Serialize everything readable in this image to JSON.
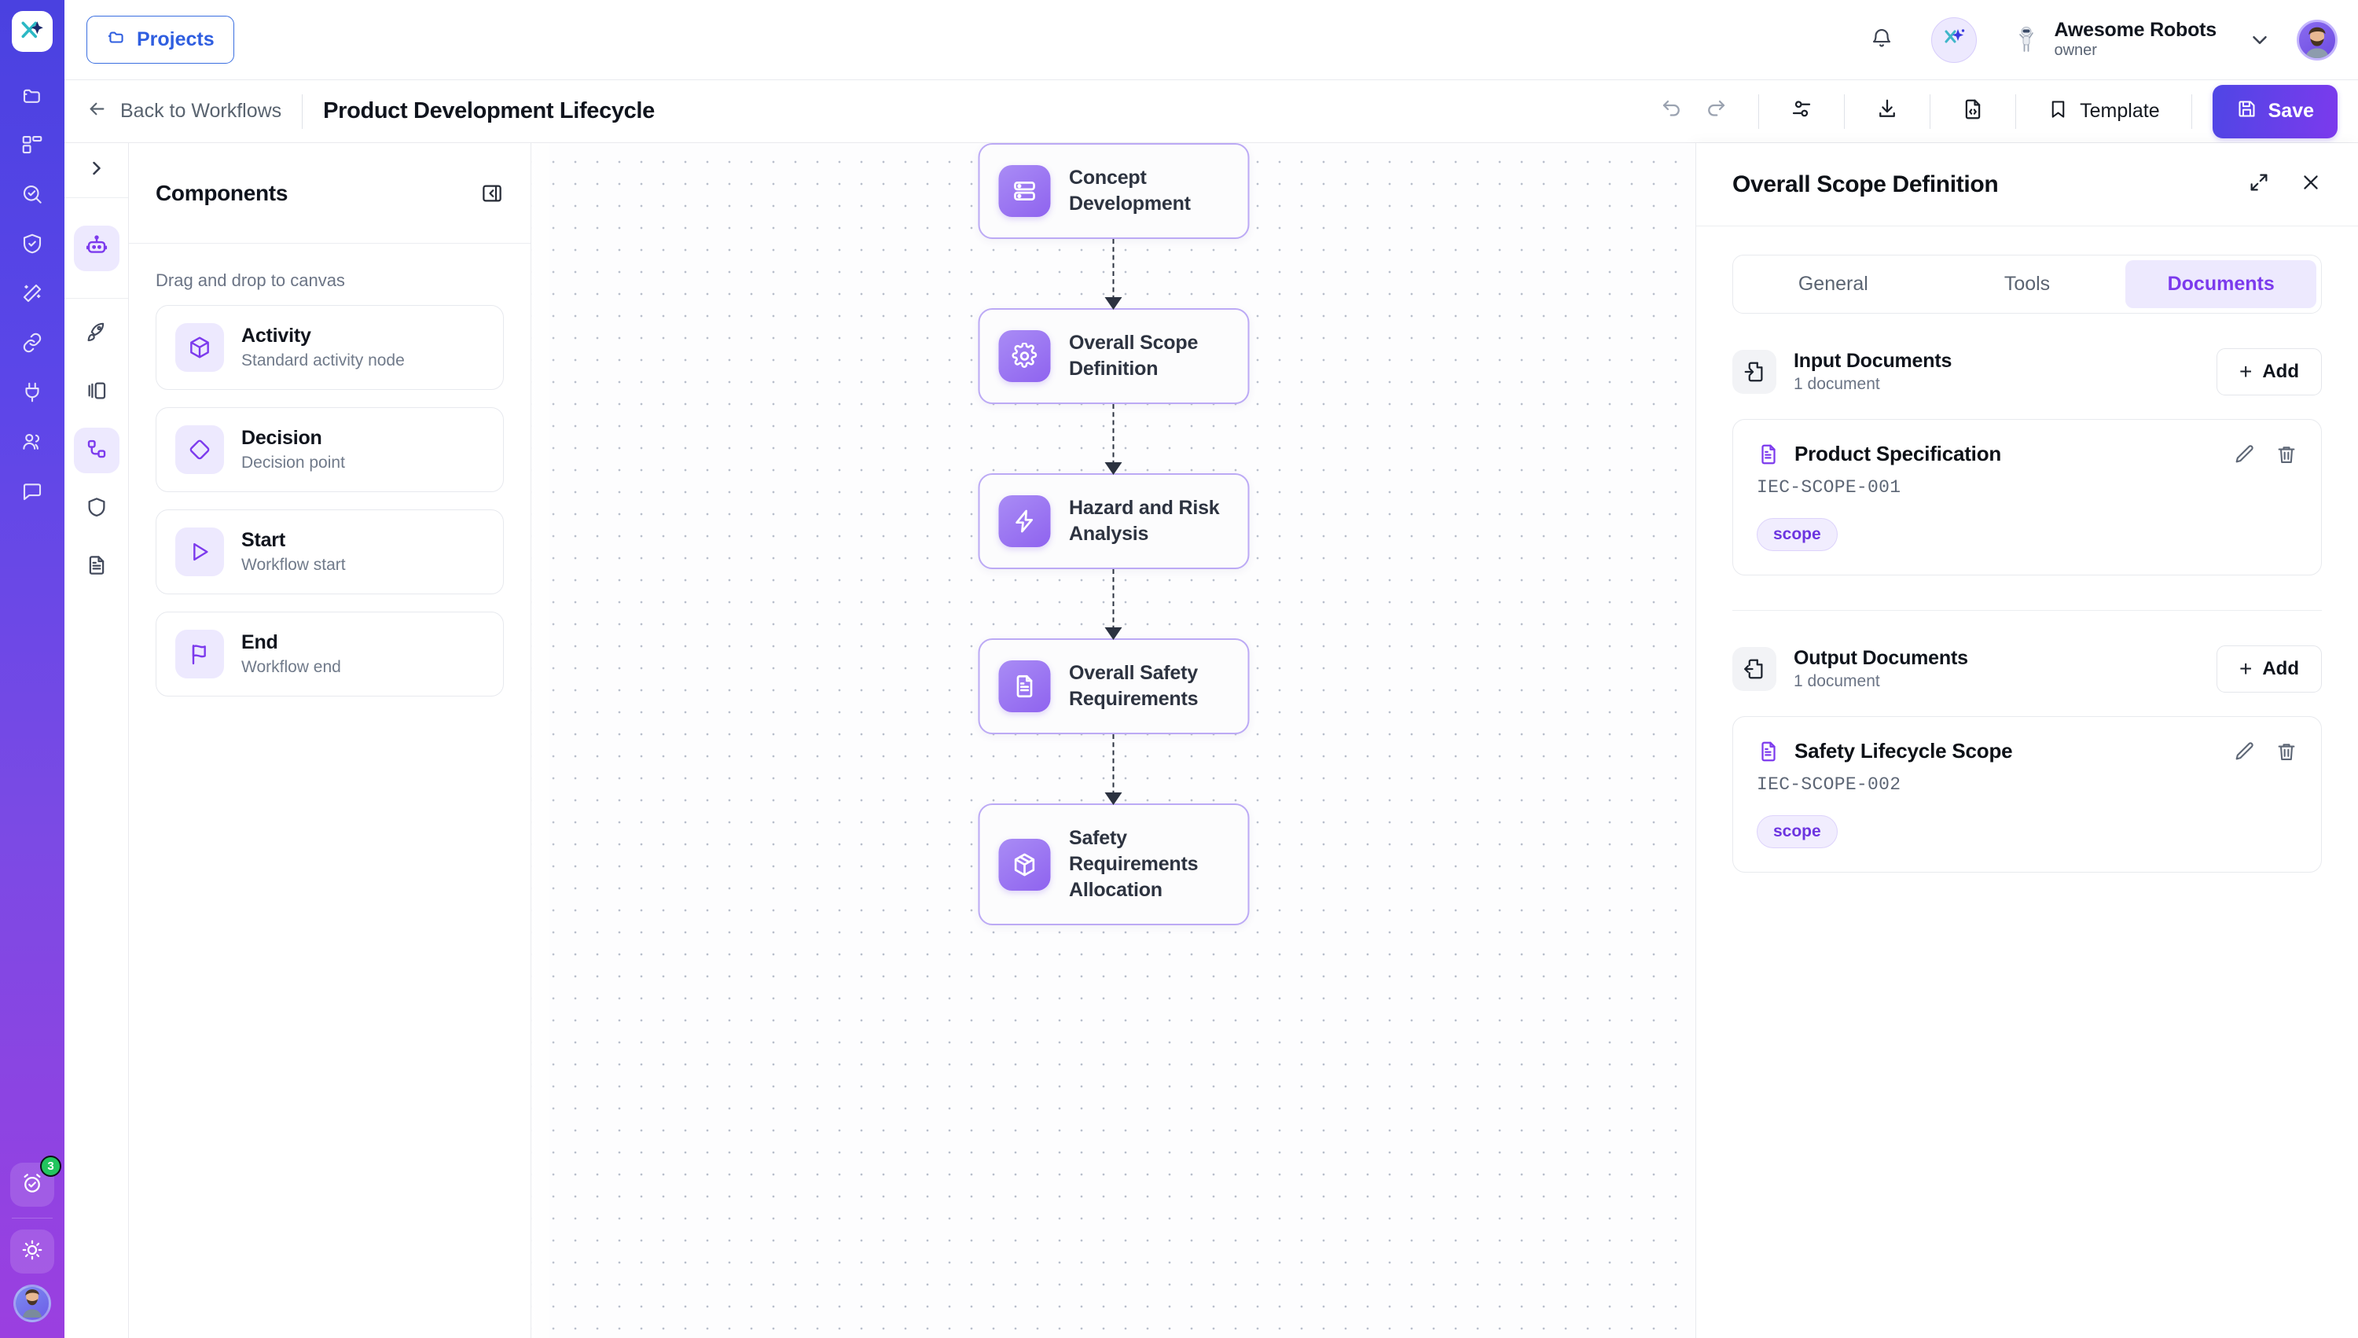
{
  "rail": {
    "logo_icon": "app-logo-icon",
    "items": [
      {
        "name": "folder-icon"
      },
      {
        "name": "dashboard-icon"
      },
      {
        "name": "search-check-icon"
      },
      {
        "name": "shield-check-icon"
      },
      {
        "name": "magic-wand-icon"
      },
      {
        "name": "link-icon"
      },
      {
        "name": "plug-icon"
      },
      {
        "name": "users-icon"
      },
      {
        "name": "chat-icon"
      }
    ],
    "alarm_badge": "3"
  },
  "header": {
    "projects_label": "Projects",
    "bell_icon": "bell-icon",
    "ai_icon": "ai-sparkle-icon",
    "org_name": "Awesome Robots",
    "org_role": "owner"
  },
  "toolbar": {
    "back_label": "Back to Workflows",
    "workflow_title": "Product Development Lifecycle",
    "undo_icon": "undo-icon",
    "redo_icon": "redo-icon",
    "settings_icon": "sliders-icon",
    "download_icon": "download-icon",
    "code_icon": "file-code-icon",
    "template_label": "Template",
    "save_label": "Save"
  },
  "components_panel": {
    "title": "Components",
    "collapse_icon": "panel-collapse-icon",
    "hint": "Drag and drop to canvas",
    "items": [
      {
        "name": "Activity",
        "desc": "Standard activity node",
        "icon": "cube-icon"
      },
      {
        "name": "Decision",
        "desc": "Decision point",
        "icon": "diamond-icon"
      },
      {
        "name": "Start",
        "desc": "Workflow start",
        "icon": "play-icon"
      },
      {
        "name": "End",
        "desc": "Workflow end",
        "icon": "flag-icon"
      }
    ]
  },
  "rail2": {
    "expand_icon": "chevron-right-icon",
    "items": [
      {
        "name": "robot-icon",
        "active": true
      },
      {
        "name": "rocket-icon",
        "active": false
      },
      {
        "name": "columns-icon",
        "active": false
      },
      {
        "name": "workflow-nodes-icon",
        "active": true
      },
      {
        "name": "shield-icon",
        "active": false
      },
      {
        "name": "document-icon",
        "active": false
      }
    ]
  },
  "canvas": {
    "nodes": [
      {
        "label": "Concept Development",
        "icon": "server-icon"
      },
      {
        "label": "Overall Scope Definition",
        "icon": "gear-icon"
      },
      {
        "label": "Hazard and Risk Analysis",
        "icon": "bolt-icon"
      },
      {
        "label": "Overall Safety Requirements",
        "icon": "document-text-icon"
      },
      {
        "label": "Safety Requirements Allocation",
        "icon": "package-icon"
      }
    ]
  },
  "inspector": {
    "title": "Overall Scope Definition",
    "expand_icon": "expand-icon",
    "close_icon": "close-icon",
    "tabs": [
      {
        "label": "General",
        "active": false
      },
      {
        "label": "Tools",
        "active": false
      },
      {
        "label": "Documents",
        "active": true
      }
    ],
    "sections": [
      {
        "title": "Input Documents",
        "subtitle": "1 document",
        "icon": "file-input-icon",
        "add_label": "Add",
        "documents": [
          {
            "name": "Product Specification",
            "code": "IEC-SCOPE-001",
            "tag": "scope"
          }
        ]
      },
      {
        "title": "Output Documents",
        "subtitle": "1 document",
        "icon": "file-output-icon",
        "add_label": "Add",
        "documents": [
          {
            "name": "Safety Lifecycle Scope",
            "code": "IEC-SCOPE-002",
            "tag": "scope"
          }
        ]
      }
    ]
  },
  "colors": {
    "brand_indigo": "#4f46e5",
    "brand_purple": "#7c3aed",
    "node_border": "#bcaaf5",
    "accent_chip_bg": "#f1edfe",
    "badge_green": "#22c55e"
  }
}
